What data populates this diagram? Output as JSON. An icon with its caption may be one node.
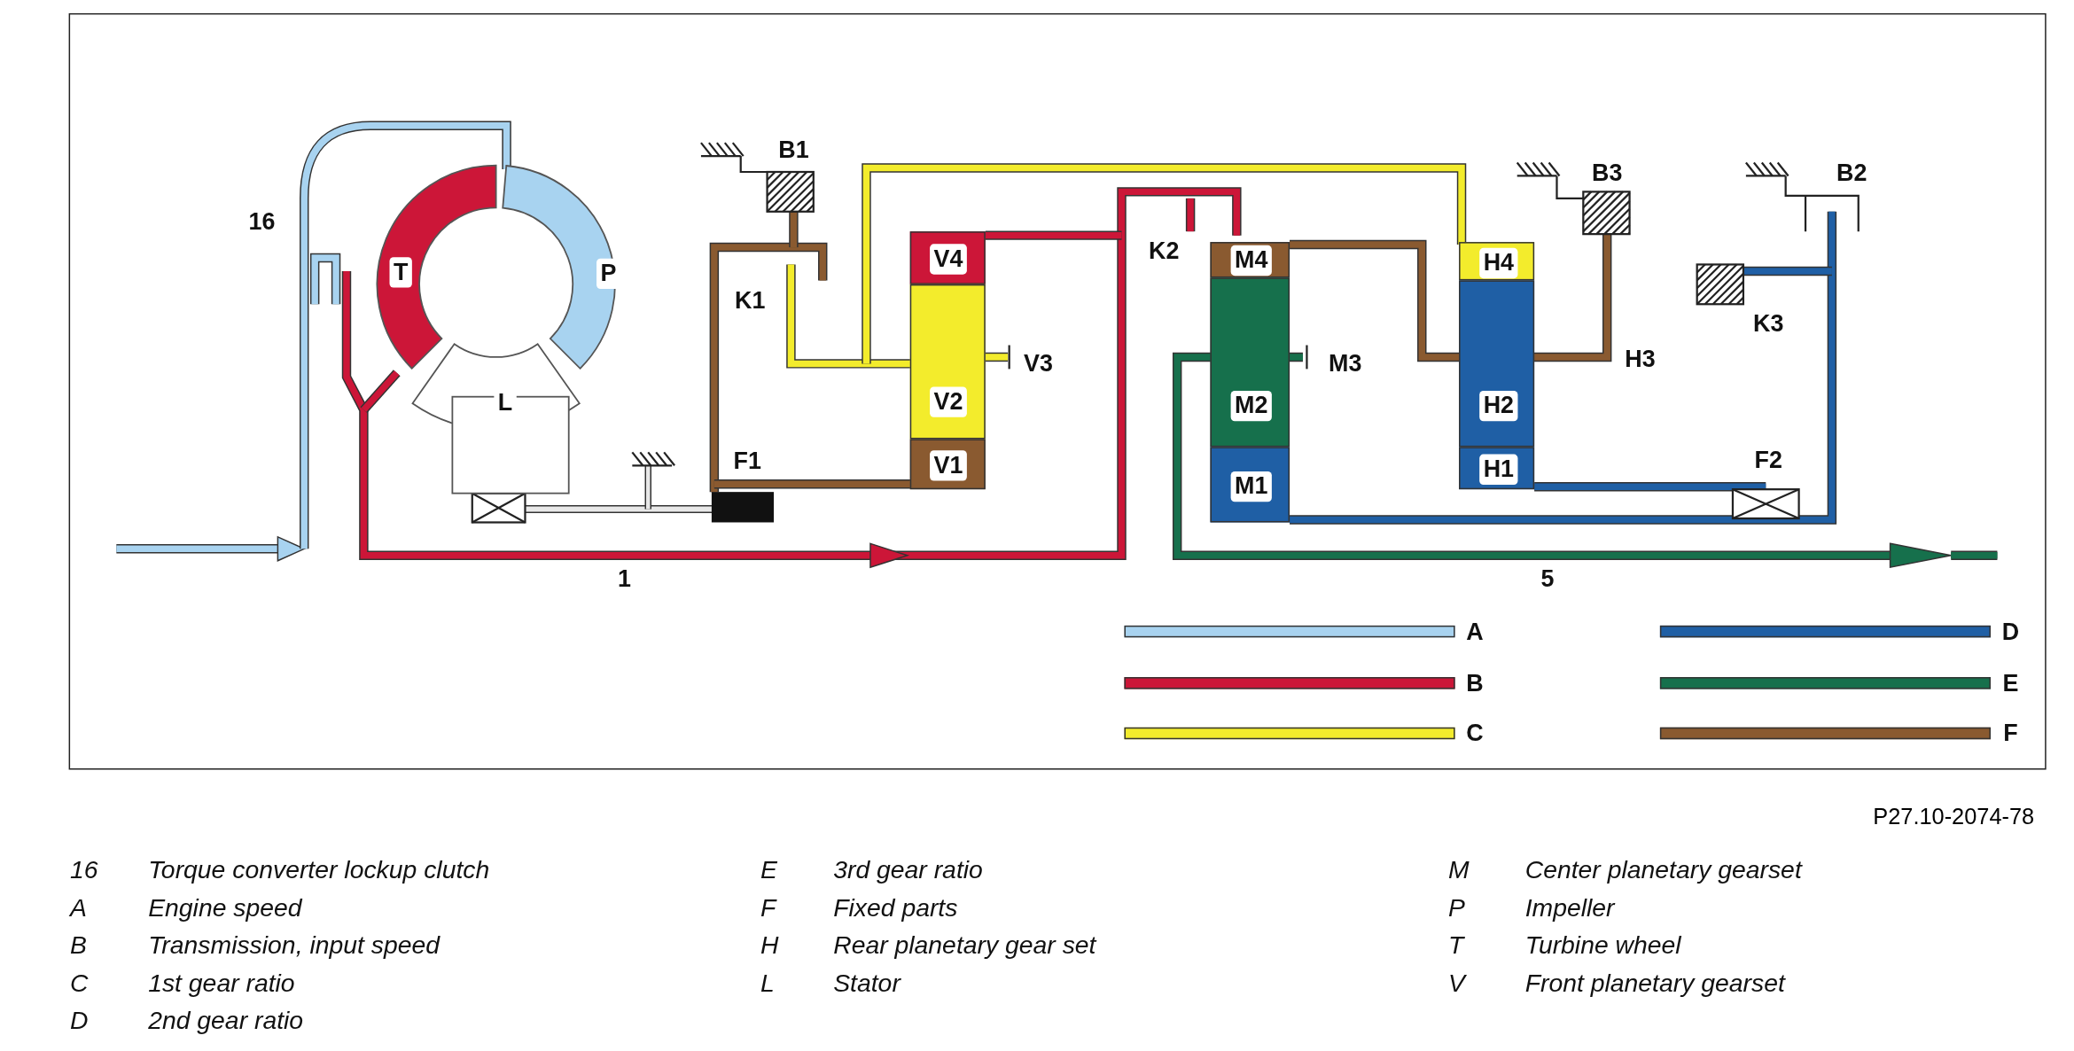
{
  "diagram": {
    "nodes": [
      {
        "text": [
          "T"
        ]
      },
      {
        "text": [
          "P"
        ]
      },
      {
        "text": [
          "L"
        ]
      },
      {
        "text": [
          "V4"
        ]
      },
      {
        "text": [
          "V2"
        ]
      },
      {
        "text": [
          "V1"
        ]
      },
      {
        "text": [
          "M4"
        ]
      },
      {
        "text": [
          "M2"
        ]
      },
      {
        "text": [
          "M1"
        ]
      },
      {
        "text": [
          "H4"
        ]
      },
      {
        "text": [
          "H2"
        ]
      },
      {
        "text": [
          "H1"
        ]
      }
    ],
    "labels": [
      "B1",
      "B3",
      "B2",
      "16",
      "K2",
      "K1",
      "K3",
      "V3",
      "M3",
      "H3",
      "F1",
      "F2",
      "1",
      "5",
      "P27.10-2074-78",
      "16",
      "Torque converter lockup clutch",
      "E",
      "3rd gear ratio",
      "M",
      "Center planetary gearset",
      "A",
      "Engine speed",
      "F",
      "Fixed parts",
      "P",
      "Impeller",
      "B",
      "Transmission, input speed",
      "H",
      "Rear planetary gear set",
      "T",
      "Turbine wheel",
      "C",
      "1st gear ratio",
      "L",
      "Stator",
      "V",
      "Front planetary gearset",
      "D",
      "2nd gear ratio"
    ],
    "legend": [
      {
        "text": "A",
        "color": "#a8d3f0"
      },
      {
        "text": "B",
        "color": "#cc1638"
      },
      {
        "text": "C",
        "color": "#f3ec2c"
      },
      {
        "text": "D",
        "color": "#1f5fa5"
      },
      {
        "text": "E",
        "color": "#16704c"
      },
      {
        "text": "F",
        "color": "#8a5a30"
      }
    ]
  }
}
